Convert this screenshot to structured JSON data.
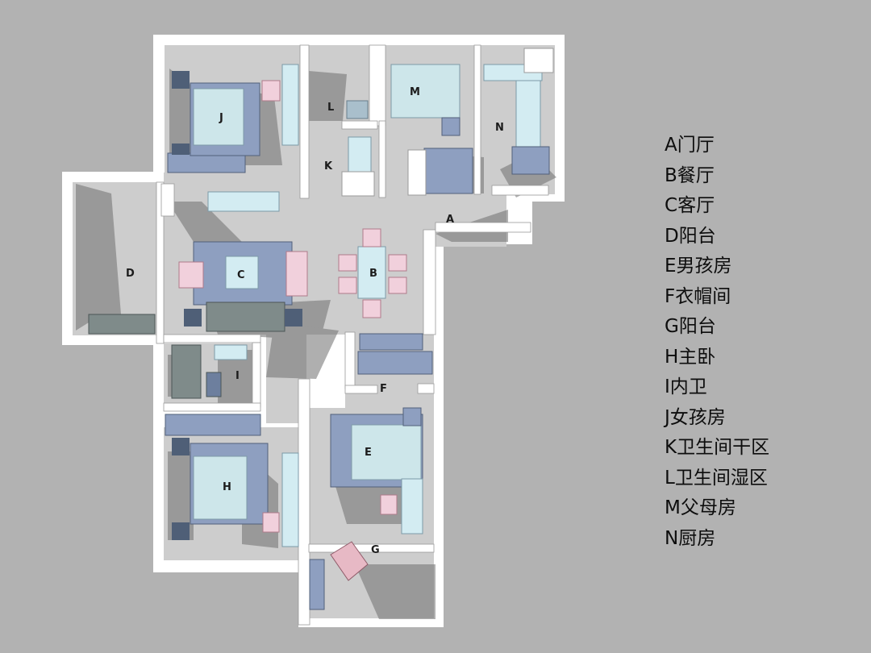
{
  "colors": {
    "background": "#b2b2b2",
    "wall": "#ffffff",
    "floor": "#cdcdcd",
    "shadow": "#6f6f6f",
    "bed": "#8e9fc0",
    "bedding": "#cde6ea",
    "chair": "#f1d0dc",
    "cabinet": "#d3ecf2",
    "dark_furniture": "#4f5f77"
  },
  "plan": {
    "room_labels": [
      {
        "id": "A",
        "text": "A"
      },
      {
        "id": "B",
        "text": "B"
      },
      {
        "id": "C",
        "text": "C"
      },
      {
        "id": "D",
        "text": "D"
      },
      {
        "id": "E",
        "text": "E"
      },
      {
        "id": "F",
        "text": "F"
      },
      {
        "id": "G",
        "text": "G"
      },
      {
        "id": "H",
        "text": "H"
      },
      {
        "id": "I",
        "text": "I"
      },
      {
        "id": "J",
        "text": "J"
      },
      {
        "id": "K",
        "text": "K"
      },
      {
        "id": "L",
        "text": "L"
      },
      {
        "id": "M",
        "text": "M"
      },
      {
        "id": "N",
        "text": "N"
      }
    ]
  },
  "legend": [
    {
      "key": "A",
      "name": "门厅"
    },
    {
      "key": "B",
      "name": "餐厅"
    },
    {
      "key": "C",
      "name": "客厅"
    },
    {
      "key": "D",
      "name": "阳台"
    },
    {
      "key": "E",
      "name": "男孩房"
    },
    {
      "key": "F",
      "name": "衣帽间"
    },
    {
      "key": "G",
      "name": "阳台"
    },
    {
      "key": "H",
      "name": "主卧"
    },
    {
      "key": "I",
      "name": "内卫"
    },
    {
      "key": "J",
      "name": "女孩房"
    },
    {
      "key": "K",
      "name": "卫生间干区"
    },
    {
      "key": "L",
      "name": "卫生间湿区"
    },
    {
      "key": "M",
      "name": "父母房"
    },
    {
      "key": "N",
      "name": "厨房"
    }
  ]
}
